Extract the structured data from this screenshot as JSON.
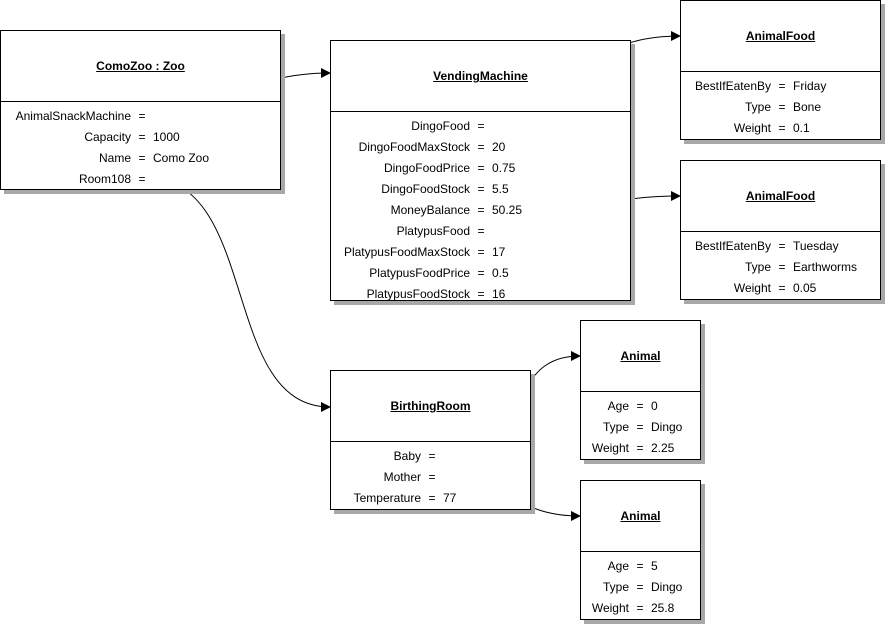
{
  "objects": {
    "zoo": {
      "title": "ComoZoo : Zoo",
      "fields": [
        {
          "name": "AnimalSnackMachine",
          "value": ""
        },
        {
          "name": "Capacity",
          "value": "1000"
        },
        {
          "name": "Name",
          "value": "Como Zoo"
        },
        {
          "name": "Room108",
          "value": ""
        }
      ]
    },
    "vending": {
      "title": "VendingMachine",
      "fields": [
        {
          "name": "DingoFood",
          "value": ""
        },
        {
          "name": "DingoFoodMaxStock",
          "value": "20"
        },
        {
          "name": "DingoFoodPrice",
          "value": "0.75"
        },
        {
          "name": "DingoFoodStock",
          "value": "5.5"
        },
        {
          "name": "MoneyBalance",
          "value": "50.25"
        },
        {
          "name": "PlatypusFood",
          "value": ""
        },
        {
          "name": "PlatypusFoodMaxStock",
          "value": "17"
        },
        {
          "name": "PlatypusFoodPrice",
          "value": "0.5"
        },
        {
          "name": "PlatypusFoodStock",
          "value": "16"
        }
      ]
    },
    "food1": {
      "title": "AnimalFood",
      "fields": [
        {
          "name": "BestIfEatenBy",
          "value": "Friday"
        },
        {
          "name": "Type",
          "value": "Bone"
        },
        {
          "name": "Weight",
          "value": "0.1"
        }
      ]
    },
    "food2": {
      "title": "AnimalFood",
      "fields": [
        {
          "name": "BestIfEatenBy",
          "value": "Tuesday"
        },
        {
          "name": "Type",
          "value": "Earthworms"
        },
        {
          "name": "Weight",
          "value": "0.05"
        }
      ]
    },
    "birthing": {
      "title": "BirthingRoom",
      "fields": [
        {
          "name": "Baby",
          "value": ""
        },
        {
          "name": "Mother",
          "value": ""
        },
        {
          "name": "Temperature",
          "value": "77"
        }
      ]
    },
    "animal1": {
      "title": "Animal",
      "fields": [
        {
          "name": "Age",
          "value": "0"
        },
        {
          "name": "Type",
          "value": "Dingo"
        },
        {
          "name": "Weight",
          "value": "2.25"
        }
      ]
    },
    "animal2": {
      "title": "Animal",
      "fields": [
        {
          "name": "Age",
          "value": "5"
        },
        {
          "name": "Type",
          "value": "Dingo"
        },
        {
          "name": "Weight",
          "value": "25.8"
        }
      ]
    }
  },
  "equals_sign": "=",
  "references": [
    {
      "from": "ComoZoo.AnimalSnackMachine",
      "to": "VendingMachine"
    },
    {
      "from": "ComoZoo.Room108",
      "to": "BirthingRoom"
    },
    {
      "from": "VendingMachine.DingoFood",
      "to": "AnimalFood (Friday/Bone)"
    },
    {
      "from": "VendingMachine.PlatypusFood",
      "to": "AnimalFood (Tuesday/Earthworms)"
    },
    {
      "from": "BirthingRoom.Baby",
      "to": "Animal (Age 0)"
    },
    {
      "from": "BirthingRoom.Mother",
      "to": "Animal (Age 5)"
    }
  ]
}
